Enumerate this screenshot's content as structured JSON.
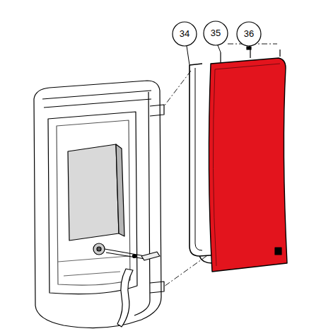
{
  "diagram": {
    "labels": [
      "34",
      "35",
      "36"
    ]
  }
}
